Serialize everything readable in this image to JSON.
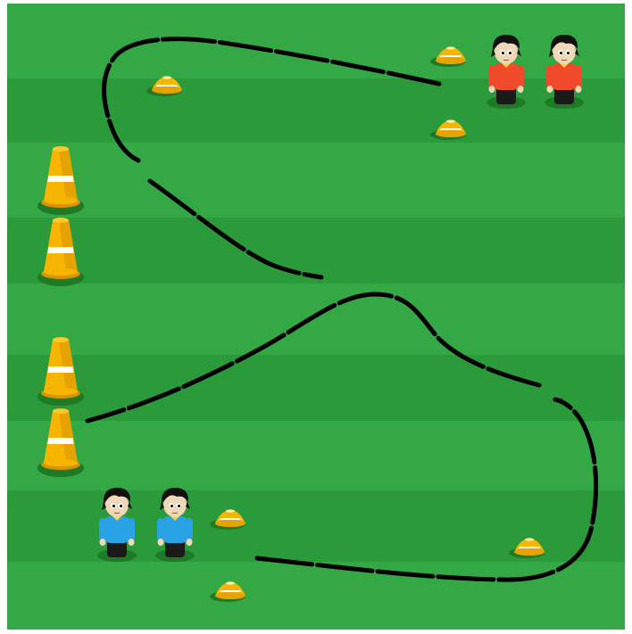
{
  "pitch": {
    "stripe_light": "#34a844",
    "stripe_dark": "#2b9a3a",
    "stripe_count": 8,
    "border_color": "#ffffff"
  },
  "colors": {
    "cone": "#f7b500",
    "cone_dark": "#d99400",
    "cone_stripe": "#ffffff",
    "cone_shadow": "#1f7a25",
    "path": "#000000",
    "team_red": "#f04a2a",
    "team_blue": "#2aa3e6",
    "shorts": "#1a1a1a",
    "hair": "#111111",
    "skin": "#f2d7b6"
  },
  "legend": {},
  "elements": {
    "tall_cones": 4,
    "flat_cones": 6,
    "players_red": 2,
    "players_blue": 2,
    "run_path": "dashed-arrow"
  }
}
